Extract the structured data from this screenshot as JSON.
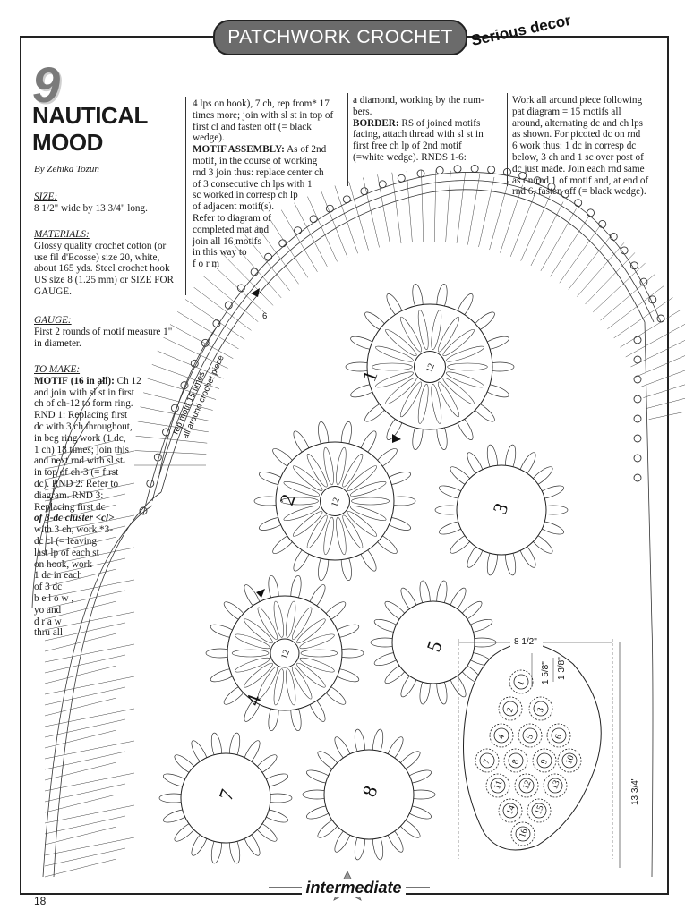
{
  "header": {
    "section": "PATCHWORK CROCHET",
    "tagline": "Serious decor"
  },
  "pattern": {
    "number": "9",
    "title_line1": "NAUTICAL",
    "title_line2": "MOOD",
    "byline": "By Zehika Tozun"
  },
  "left": {
    "size_label": "SIZE:",
    "size_text": "8 1/2\" wide by 13 3/4\" long.",
    "materials_label": "MATERIALS:",
    "materials_lines": [
      "Glossy quality crochet cotton (or",
      "use fil d'Ecosse) size 20, white,",
      "about 165 yds. Steel crochet hook",
      "US size 8 (1.25 mm) or SIZE FOR",
      "GAUGE."
    ],
    "gauge_label": "GAUGE:",
    "gauge_lines": [
      "First 2 rounds of motif measure 1\"",
      "in diameter."
    ],
    "tomake_label": "TO MAKE:",
    "motif_label": "MOTIF",
    "motif_count": "(16 in all):",
    "tomake_lines": [
      " Ch 12",
      "and join with sl st in first",
      "ch of ch-12 to form ring.",
      "RND 1: Replacing first",
      "dc with 3 ch throughout,",
      "in beg ring work (1 dc,",
      "1 ch) 18 times; join this",
      "and next rnd with sl st",
      "in top of ch-3 (= first",
      "dc). RND 2: Refer to",
      "diagram.  RND  3:",
      "Replacing first dc",
      "of 3-dc cluster <cl>",
      "with 3 ch, work *3-",
      "dc cl (= leaving",
      "last lp of each st",
      "on hook, work",
      "1 dc in each",
      "of  3  dc",
      "b e l o w ,",
      "yo   and",
      "d r a w",
      "thru all"
    ]
  },
  "col2": {
    "lines_top": [
      "4 lps on hook), 7 ch, rep from* 17",
      "times more; join with sl st in top of",
      "first cl and fasten off (= black",
      "wedge)."
    ],
    "assembly_label": "MOTIF ASSEMBLY:",
    "assembly_lines": [
      " As of 2nd",
      "motif, in the course of working",
      "rnd 3 join thus: replace center ch",
      "of 3 consecutive ch lps with 1",
      "sc worked in corresp ch lp",
      "of  adjacent  motif(s).",
      "Refer to diagram of",
      "completed mat and",
      "join all 16 motifs",
      "in  this  way  to",
      "f o r m"
    ]
  },
  "col3": {
    "lines_top": [
      "a diamond, working by the num-",
      "bers."
    ],
    "border_label": "BORDER:",
    "border_lines": [
      " RS of joined motifs",
      "facing, attach thread with sl st in",
      "first free ch lp of 2nd motif",
      "(=white wedge). RNDS 1-6:"
    ]
  },
  "col4": {
    "lines": [
      "Work all around piece following",
      "pat diagram = 15 motifs all",
      "around, alternating dc and ch lps",
      "as shown. For picoted dc on rnd",
      "6 work thus: 1 dc in corresp dc",
      "below, 3 ch and 1 sc over post of",
      "dc just made. Join each rnd same",
      "as on rnd 1 of motif and, at end of",
      "rnd 6, fasten off (= black wedge)."
    ]
  },
  "diagram": {
    "motif_labels": [
      "1",
      "2",
      "3",
      "4",
      "5",
      "7",
      "8"
    ],
    "center_label": "12",
    "repeat_label_line1": "rep motif 15 times",
    "repeat_label_line2": "all around crochet piece",
    "row_marker": "6"
  },
  "schematic": {
    "width_label": "8 1/2\"",
    "motif_height_outer": "1 5/8\"",
    "motif_height_inner": "1 3/8\"",
    "length_label": "13 3/4\"",
    "motif_numbers": [
      "1",
      "2",
      "3",
      "4",
      "5",
      "6",
      "7",
      "8",
      "9",
      "10",
      "11",
      "12",
      "13",
      "14",
      "15",
      "16"
    ]
  },
  "footer": {
    "level": "intermediate",
    "page_number": "18"
  }
}
